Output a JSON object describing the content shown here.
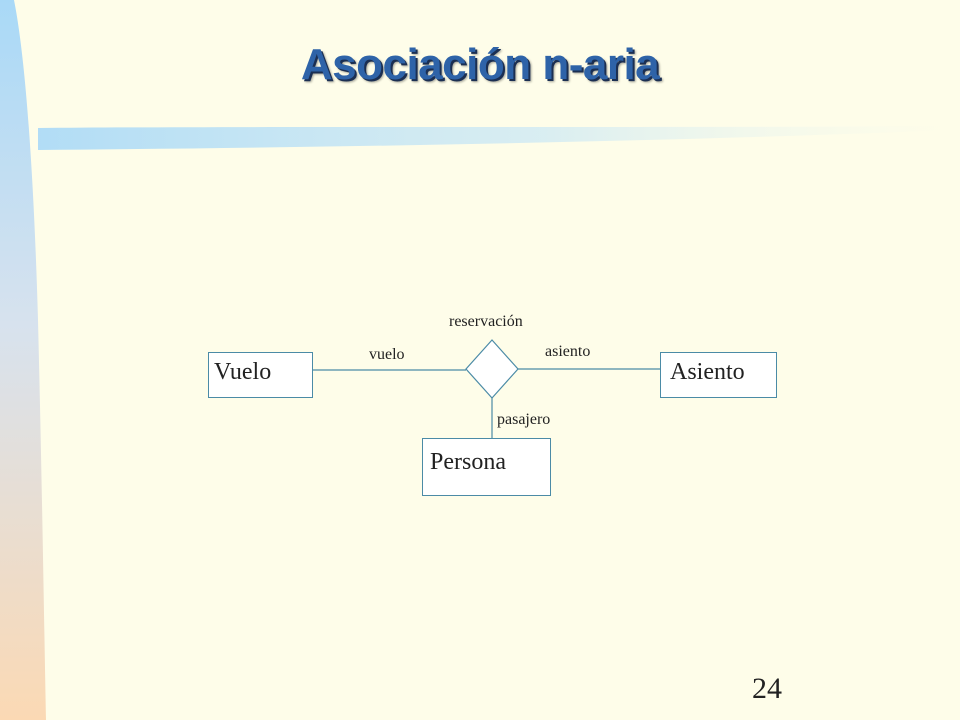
{
  "slide": {
    "title": "Asociación n-aria",
    "page_number": "24"
  },
  "diagram": {
    "association_name": "reservación",
    "entities": {
      "vuelo": "Vuelo",
      "asiento": "Asiento",
      "persona": "Persona"
    },
    "roles": {
      "vuelo": "vuelo",
      "asiento": "asiento",
      "pasajero": "pasajero"
    }
  },
  "colors": {
    "background": "#fefde9",
    "title": "#2e63a8",
    "line": "#4b8ba6"
  }
}
